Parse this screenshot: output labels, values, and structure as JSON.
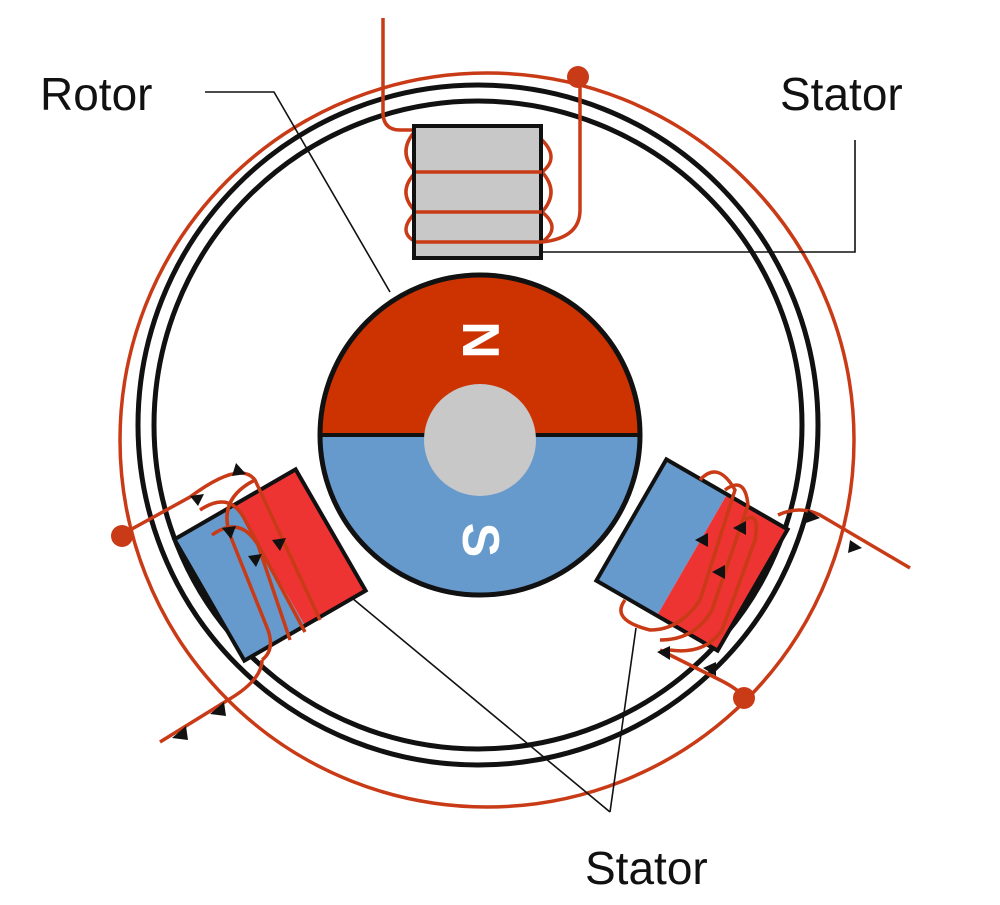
{
  "labels": {
    "rotor": "Rotor",
    "stator_top": "Stator",
    "stator_bottom": "Stator"
  },
  "rotor_poles": {
    "north": "N",
    "south": "S"
  },
  "colors": {
    "wire": "#c93b17",
    "north_pole": "#cc3300",
    "south_pole": "#6699cc",
    "shaft": "#c8c8c8",
    "stator_neutral": "#c8c8c8",
    "stator_red": "#ee3333",
    "stator_blue": "#6699cc"
  }
}
